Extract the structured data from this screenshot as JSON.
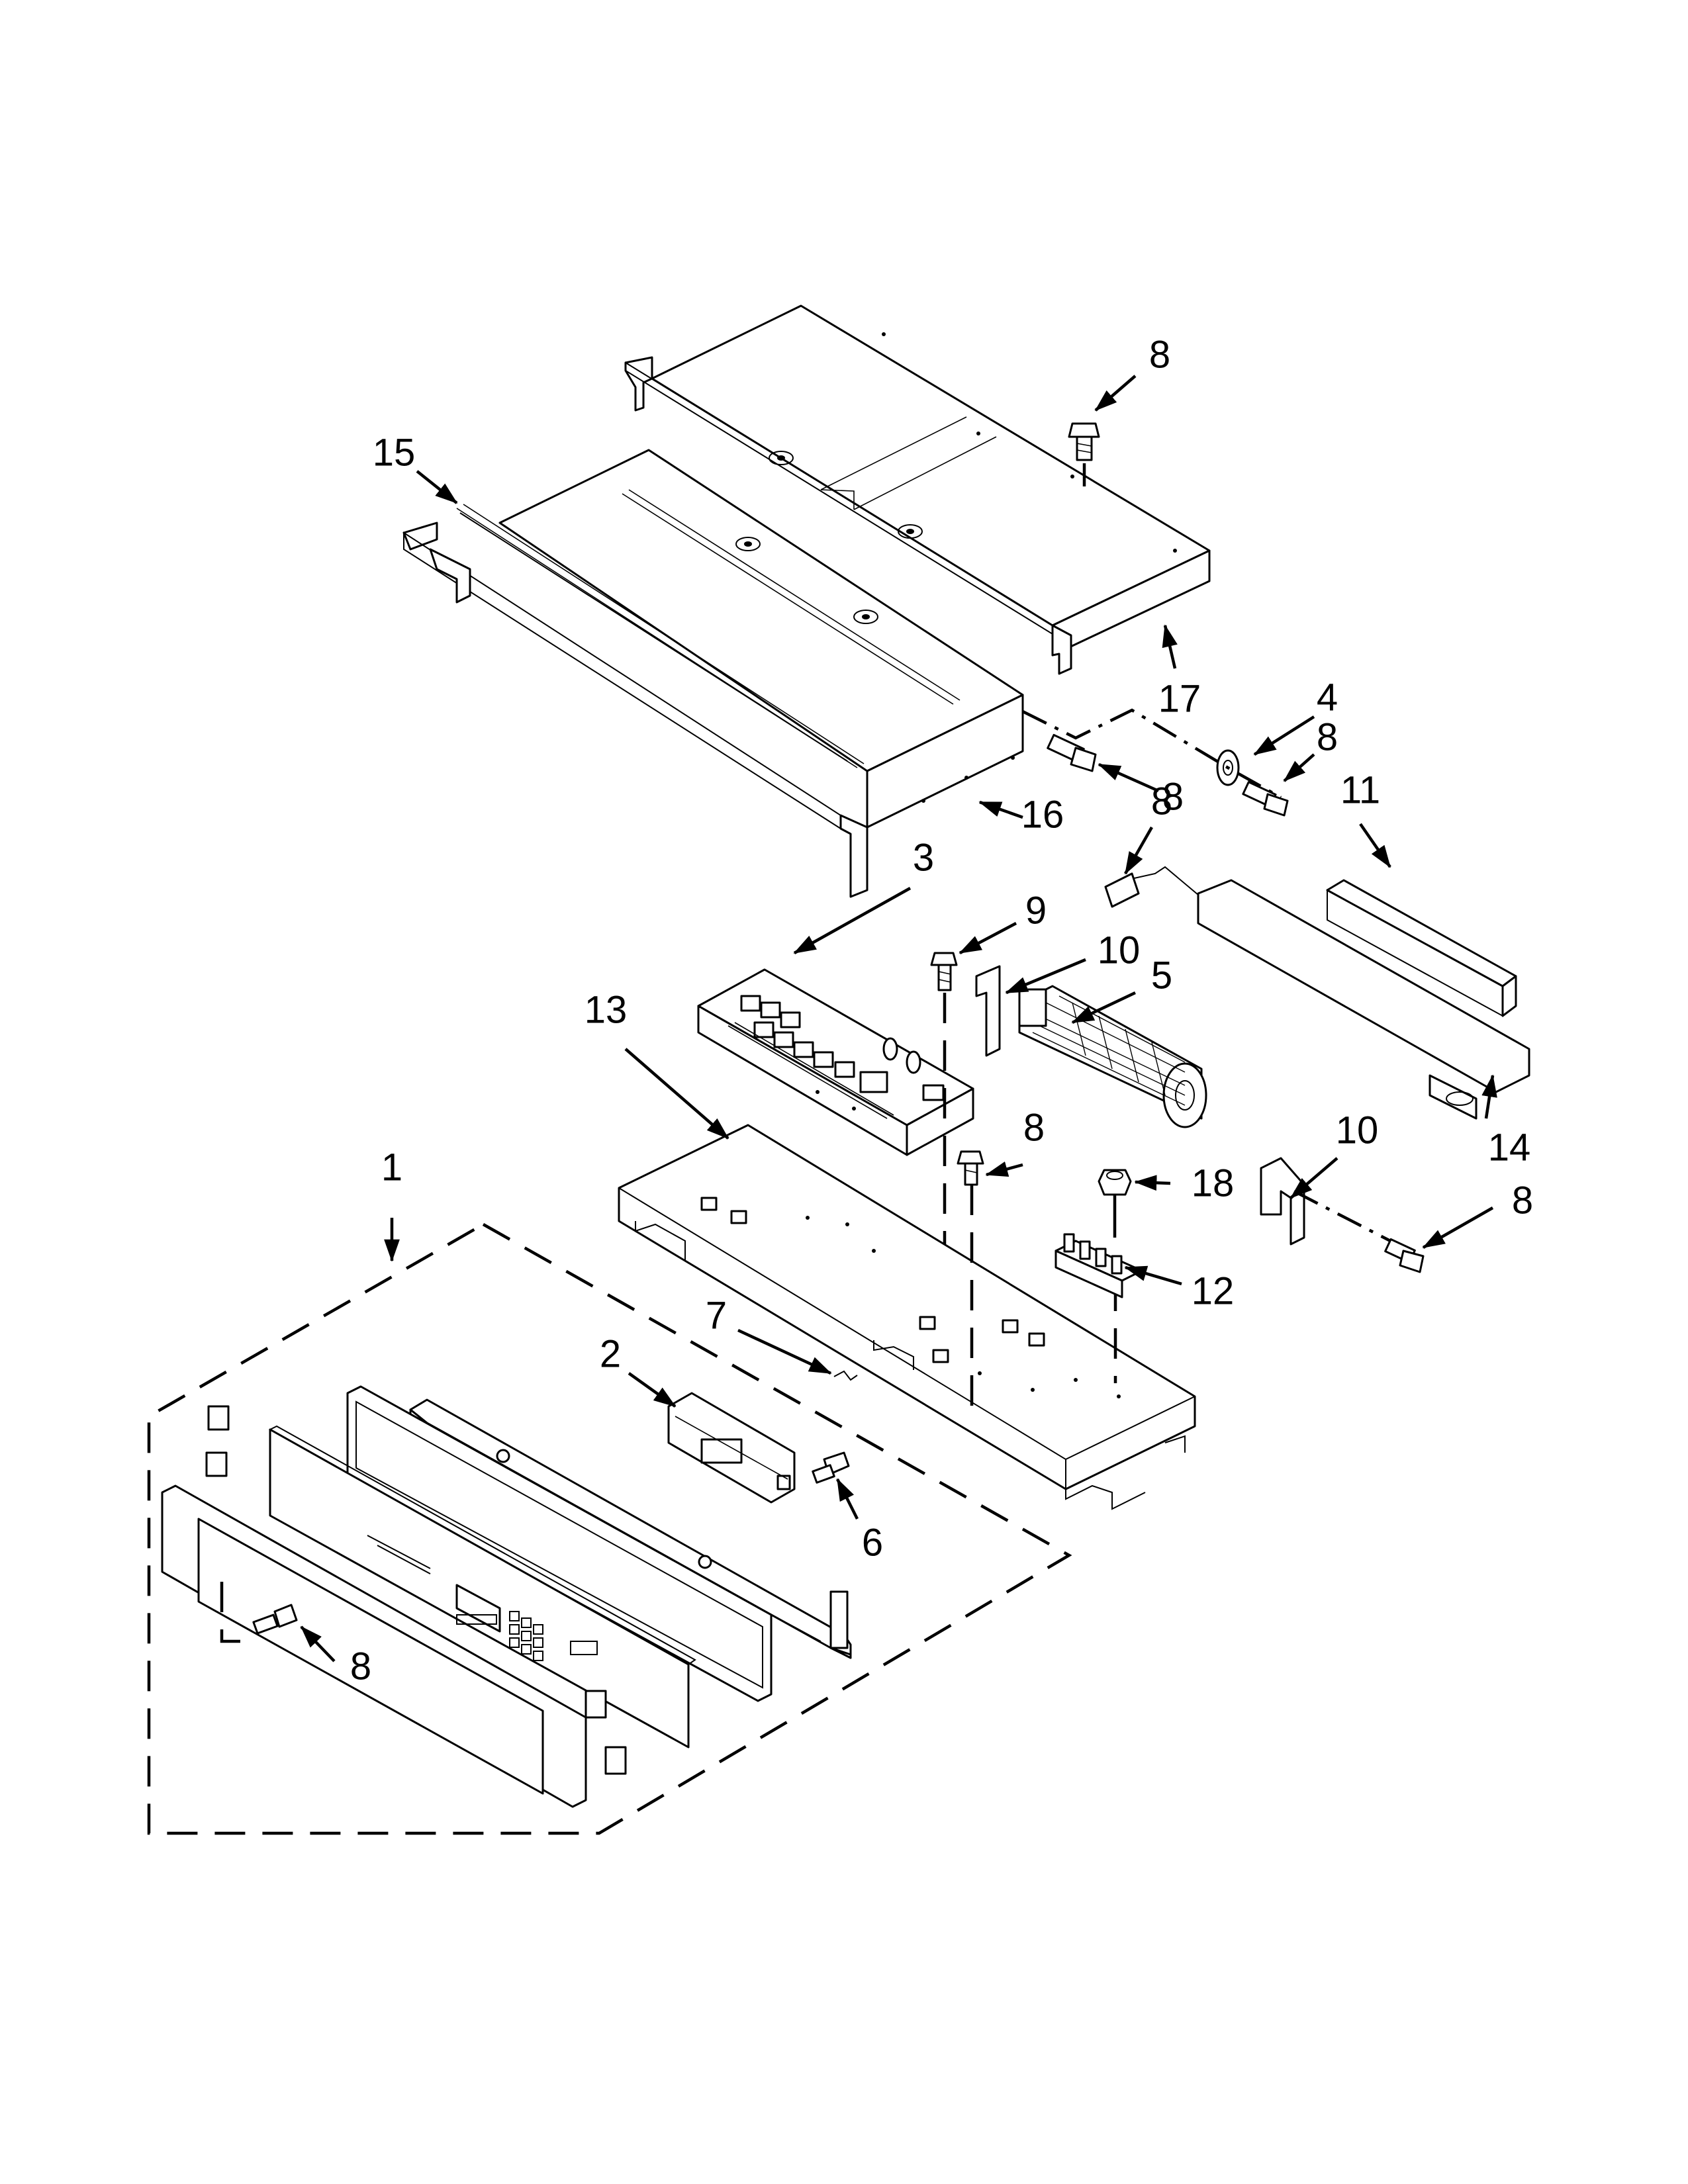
{
  "callouts": [
    {
      "id": "c8a",
      "label": "8"
    },
    {
      "id": "c15",
      "label": "15"
    },
    {
      "id": "c17",
      "label": "17"
    },
    {
      "id": "c4",
      "label": "4"
    },
    {
      "id": "c8b",
      "label": "8"
    },
    {
      "id": "c16",
      "label": "16"
    },
    {
      "id": "c8c",
      "label": "8"
    },
    {
      "id": "c11",
      "label": "11"
    },
    {
      "id": "c3",
      "label": "3"
    },
    {
      "id": "c9",
      "label": "9"
    },
    {
      "id": "c10a",
      "label": "10"
    },
    {
      "id": "c5",
      "label": "5"
    },
    {
      "id": "c13",
      "label": "13"
    },
    {
      "id": "c10b",
      "label": "10"
    },
    {
      "id": "c14",
      "label": "14"
    },
    {
      "id": "c8d",
      "label": "8"
    },
    {
      "id": "c18",
      "label": "18"
    },
    {
      "id": "c8e",
      "label": "8"
    },
    {
      "id": "c1",
      "label": "1"
    },
    {
      "id": "c12",
      "label": "12"
    },
    {
      "id": "c7",
      "label": "7"
    },
    {
      "id": "c2",
      "label": "2"
    },
    {
      "id": "c6",
      "label": "6"
    },
    {
      "id": "c8f",
      "label": "8"
    }
  ]
}
